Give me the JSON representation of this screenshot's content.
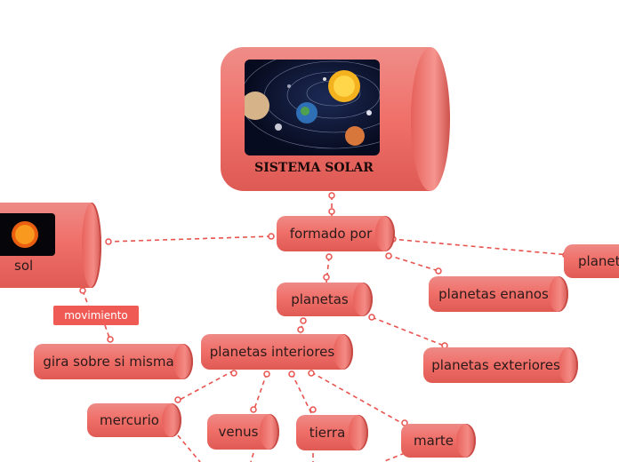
{
  "title": "SISTEMA SOLAR",
  "nodes": {
    "formado_por": "formado por",
    "sol": "sol",
    "movimiento": "movimiento",
    "gira": "gira sobre si misma",
    "planetas": "planetas",
    "planetas_enanos": "planetas enanos",
    "planeta_cut": "planeta",
    "planetas_interiores": "planetas interiores",
    "planetas_exteriores": "planetas exteriores",
    "mercurio": "mercurio",
    "venus": "venus",
    "tierra": "tierra",
    "marte": "marte"
  },
  "colors": {
    "node": "#f0706a",
    "link": "#e8534e",
    "tag": "#ef5a55"
  }
}
